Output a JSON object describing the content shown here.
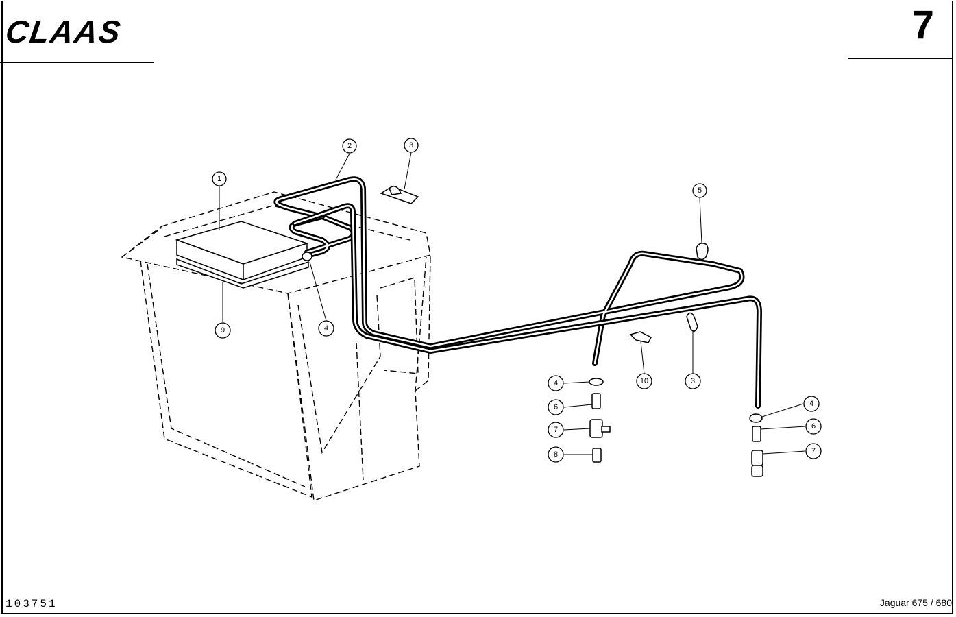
{
  "header": {
    "brand": "CLAAS",
    "page_number": "7"
  },
  "footer": {
    "drawing_number": "103751",
    "model": "Jaguar 675 / 680"
  },
  "callouts": [
    "1",
    "2",
    "3",
    "5",
    "9",
    "4",
    "3",
    "10",
    "4",
    "6",
    "7",
    "8",
    "4",
    "6",
    "7"
  ]
}
